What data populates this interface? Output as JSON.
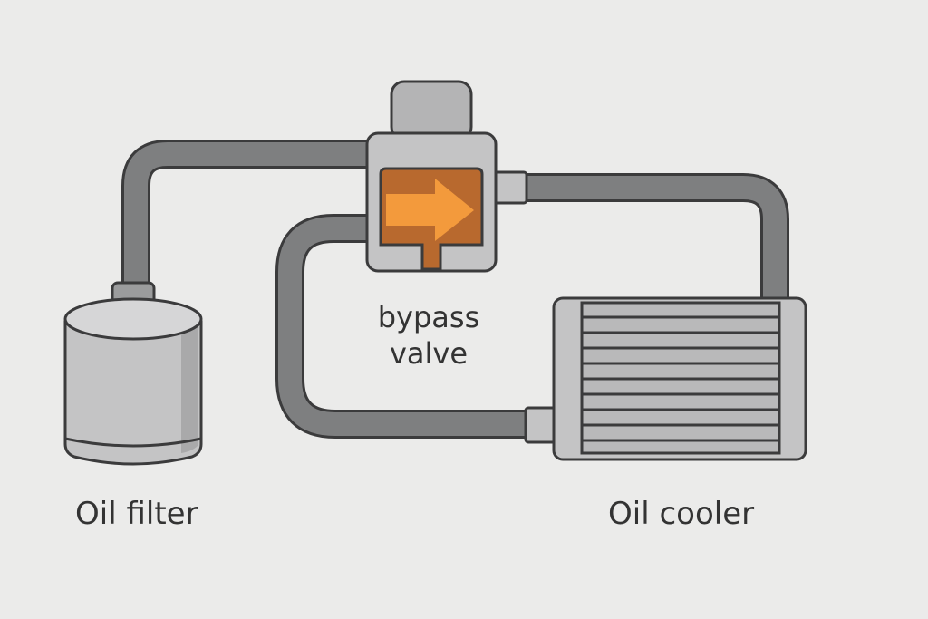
{
  "labels": {
    "oil_filter": "Oil filter",
    "oil_cooler": "Oil cooler",
    "bypass_valve_line1": "bypass",
    "bypass_valve_line2": "valve"
  },
  "colors": {
    "background": "#ebebea",
    "pipe": "#7e7f80",
    "outline": "#3b3b3c",
    "component_fill": "#c4c4c5",
    "fin_fill": "#b9b9ba",
    "valve_chamber": "#b8692e",
    "flow_arrow": "#f39a3c"
  },
  "icons": {
    "flow_direction": "right-arrow-icon"
  }
}
